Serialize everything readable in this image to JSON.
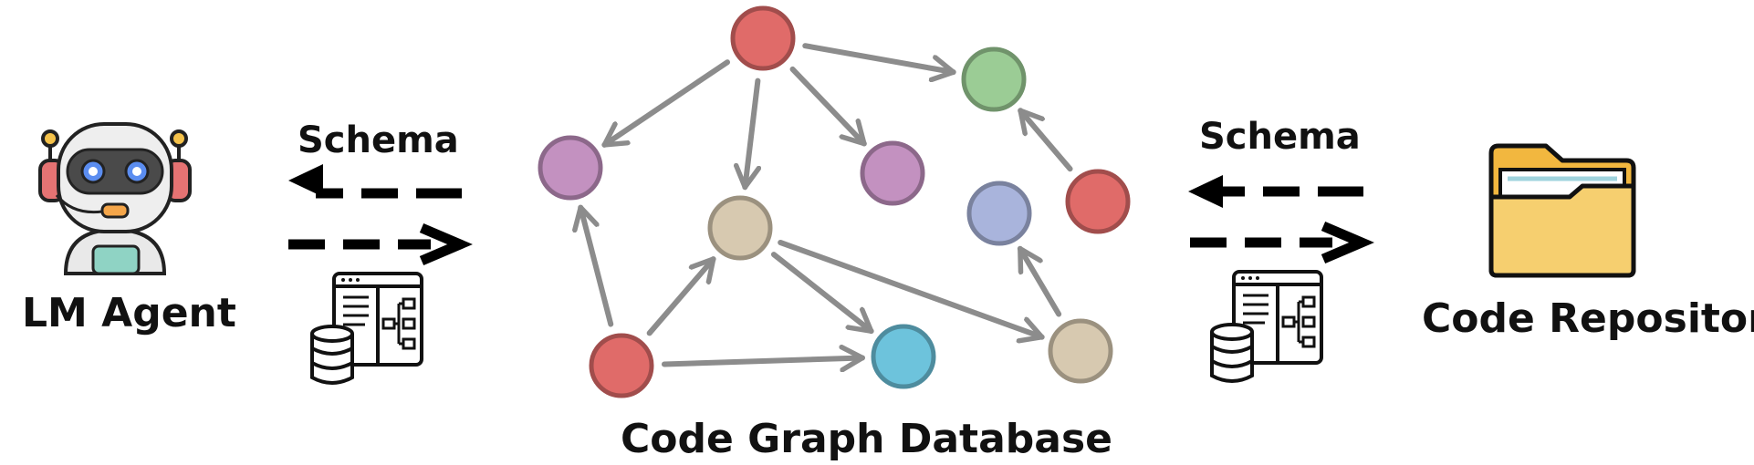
{
  "agent": {
    "label": "LM Agent",
    "icon": "robot-icon"
  },
  "left_link": {
    "label": "Schema",
    "arrows": [
      "arrow-left-dashed",
      "arrow-right-dashed"
    ],
    "icon": "schema-database-icon"
  },
  "graph": {
    "label": "Code Graph Database",
    "colors": {
      "red": "#e06b69",
      "green": "#9bcc95",
      "purple": "#c391c0",
      "tan": "#d7c9b0",
      "blue_light": "#6dc3dc",
      "indigo": "#a9b4dc",
      "edge": "#8c8c8c"
    },
    "nodes": [
      {
        "id": "n1",
        "color": "red"
      },
      {
        "id": "n2",
        "color": "green"
      },
      {
        "id": "n3",
        "color": "purple"
      },
      {
        "id": "n4",
        "color": "purple"
      },
      {
        "id": "n5",
        "color": "tan"
      },
      {
        "id": "n6",
        "color": "indigo"
      },
      {
        "id": "n7",
        "color": "red"
      },
      {
        "id": "n8",
        "color": "red"
      },
      {
        "id": "n9",
        "color": "blue_light"
      },
      {
        "id": "n10",
        "color": "tan"
      }
    ],
    "edges": [
      [
        "n1",
        "n2"
      ],
      [
        "n1",
        "n3"
      ],
      [
        "n1",
        "n4"
      ],
      [
        "n1",
        "n5"
      ],
      [
        "n7",
        "n2"
      ],
      [
        "n8",
        "n3"
      ],
      [
        "n8",
        "n5"
      ],
      [
        "n8",
        "n9"
      ],
      [
        "n5",
        "n9"
      ],
      [
        "n5",
        "n10"
      ],
      [
        "n10",
        "n6"
      ]
    ]
  },
  "right_link": {
    "label": "Schema",
    "arrows": [
      "arrow-left-dashed",
      "arrow-right-dashed"
    ],
    "icon": "schema-database-icon"
  },
  "repository": {
    "label": "Code Repository",
    "icon": "folder-icon"
  }
}
